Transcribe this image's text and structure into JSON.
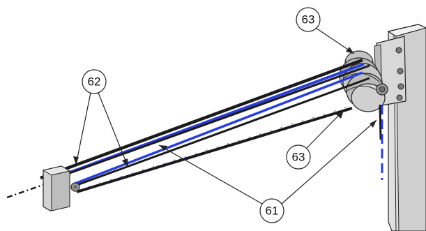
{
  "callouts": {
    "label_62": "62",
    "label_63_top": "63",
    "label_63_mid": "63",
    "label_61": "61"
  },
  "colors": {
    "cable_blue": "#2a3fd6",
    "cable_black": "#1b1b1b",
    "bracket_gray": "#c9c9c9",
    "pulley_gray": "#b8b8b8",
    "outline": "#222222"
  }
}
